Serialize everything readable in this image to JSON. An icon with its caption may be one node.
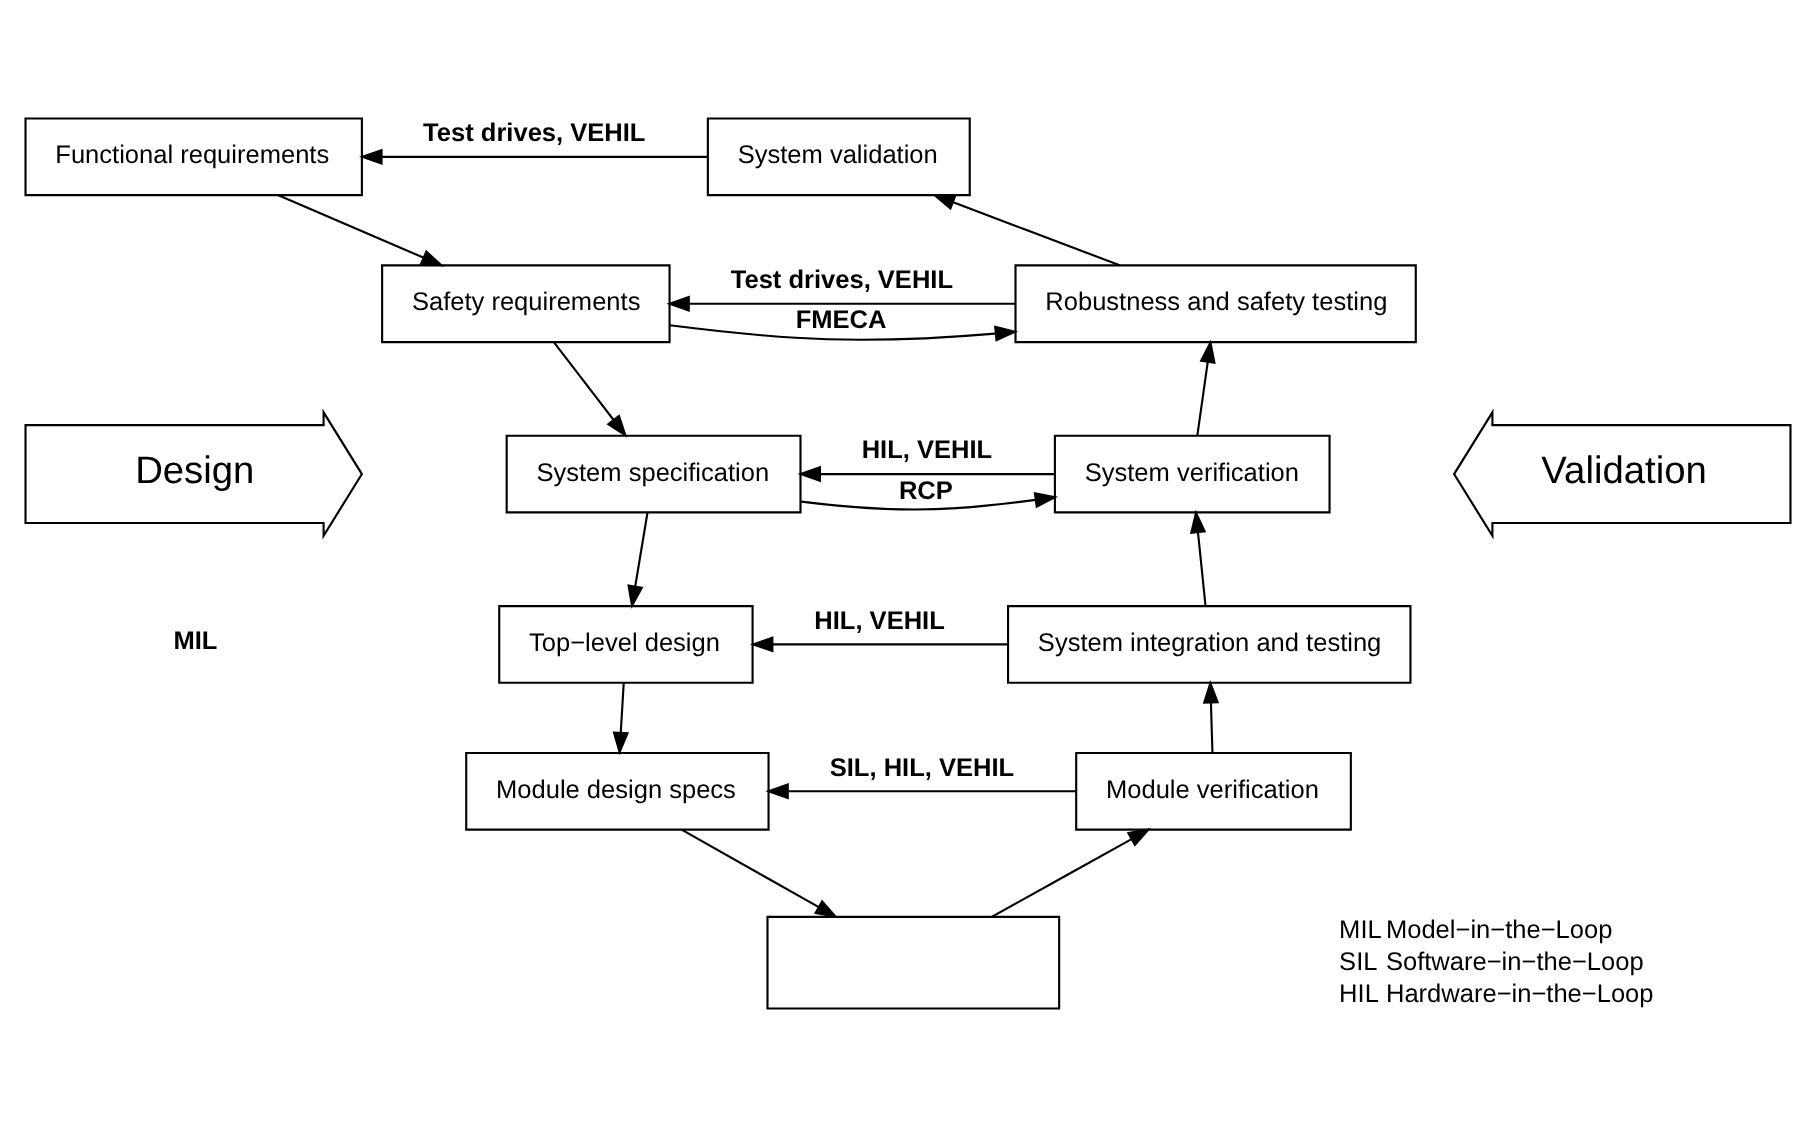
{
  "diagram": {
    "nodes": [
      {
        "text": [
          "Functional requirements"
        ]
      },
      {
        "text": [
          "System validation"
        ]
      },
      {
        "text": [
          "Safety requirements"
        ]
      },
      {
        "text": [
          "Robustness and safety testing"
        ]
      },
      {
        "text": [
          "System specification"
        ]
      },
      {
        "text": [
          "System verification"
        ]
      },
      {
        "text": [
          "Top−level design"
        ]
      },
      {
        "text": [
          "System integration and testing"
        ]
      },
      {
        "text": [
          "Module design specs"
        ]
      },
      {
        "text": [
          "Module verification"
        ]
      },
      {
        "text": [],
        "shape": "box"
      },
      {
        "text": [
          "Design"
        ]
      },
      {
        "text": [
          "Validation"
        ]
      }
    ],
    "edges": [
      {
        "from": 1,
        "to": 0,
        "arrow": "to",
        "label": "Test drives, VEHIL"
      },
      {
        "from": 0,
        "to": 2,
        "arrow": "to"
      },
      {
        "from": 3,
        "to": 2,
        "arrow": "to",
        "label": "Test drives, VEHIL"
      },
      {
        "from": 2,
        "to": 3,
        "arrow": "to",
        "label": "FMECA"
      },
      {
        "from": 2,
        "to": 4,
        "arrow": "to"
      },
      {
        "from": 5,
        "to": 4,
        "arrow": "to",
        "label": "HIL, VEHIL"
      },
      {
        "from": 4,
        "to": 5,
        "arrow": "to",
        "label": "RCP"
      },
      {
        "from": 4,
        "to": 6,
        "arrow": "to"
      },
      {
        "from": 7,
        "to": 6,
        "arrow": "to",
        "label": "HIL, VEHIL"
      },
      {
        "from": 6,
        "to": 8,
        "arrow": "to"
      },
      {
        "from": 9,
        "to": 8,
        "arrow": "to",
        "label": "SIL, HIL, VEHIL"
      },
      {
        "from": 8,
        "to": 10,
        "arrow": "to"
      },
      {
        "from": 10,
        "to": 9,
        "arrow": "to"
      },
      {
        "from": 9,
        "to": 7,
        "arrow": "to"
      },
      {
        "from": 7,
        "to": 5,
        "arrow": "to"
      },
      {
        "from": 5,
        "to": 3,
        "arrow": "to"
      },
      {
        "from": 3,
        "to": 1,
        "arrow": "to"
      }
    ],
    "labels": [
      "MIL",
      "MIL",
      "Model−in−the−Loop",
      "SIL",
      "Software−in−the−Loop",
      "HIL",
      "Hardware−in−the−Loop"
    ]
  }
}
